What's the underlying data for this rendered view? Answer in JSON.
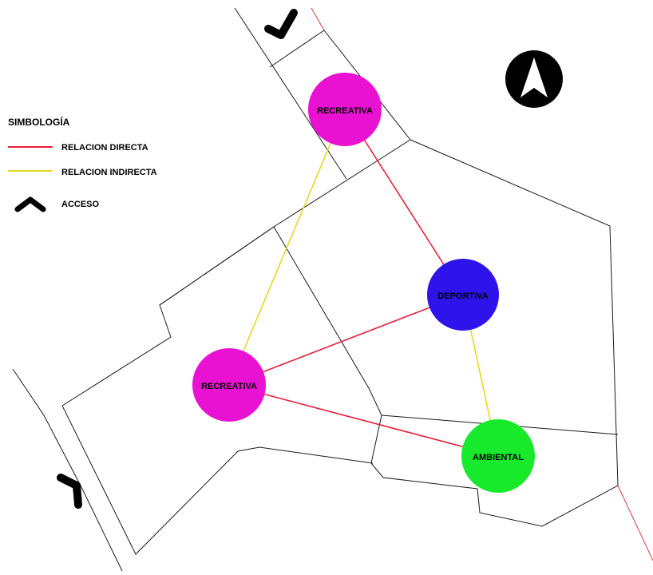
{
  "legend": {
    "title": "SIMBOLOGÍA",
    "direct": "RELACION DIRECTA",
    "indirect": "RELACION INDIRECTA",
    "access": "ACCESO"
  },
  "colors": {
    "direct": "#e8203a",
    "indirect": "#e6d81e",
    "recreativa": "#ea12d2",
    "deportiva": "#2e14ea",
    "ambiental": "#16ea2a",
    "access": "#000000"
  },
  "nodes": {
    "recreativa_top": {
      "label": "RECREATIVA",
      "color_key": "recreativa"
    },
    "deportiva": {
      "label": "DEPORTIVA",
      "color_key": "deportiva"
    },
    "recreativa_left": {
      "label": "RECREATIVA",
      "color_key": "recreativa"
    },
    "ambiental": {
      "label": "AMBIENTAL",
      "color_key": "ambiental"
    }
  },
  "relations": [
    {
      "from": "recreativa_top",
      "to": "deportiva",
      "type": "direct"
    },
    {
      "from": "recreativa_left",
      "to": "deportiva",
      "type": "direct"
    },
    {
      "from": "recreativa_left",
      "to": "ambiental",
      "type": "direct"
    },
    {
      "from": "recreativa_top",
      "to": "recreativa_left",
      "type": "indirect"
    },
    {
      "from": "deportiva",
      "to": "ambiental",
      "type": "indirect"
    }
  ],
  "icons": {
    "north": "north-arrow-icon",
    "access": "access-chevron-icon"
  }
}
